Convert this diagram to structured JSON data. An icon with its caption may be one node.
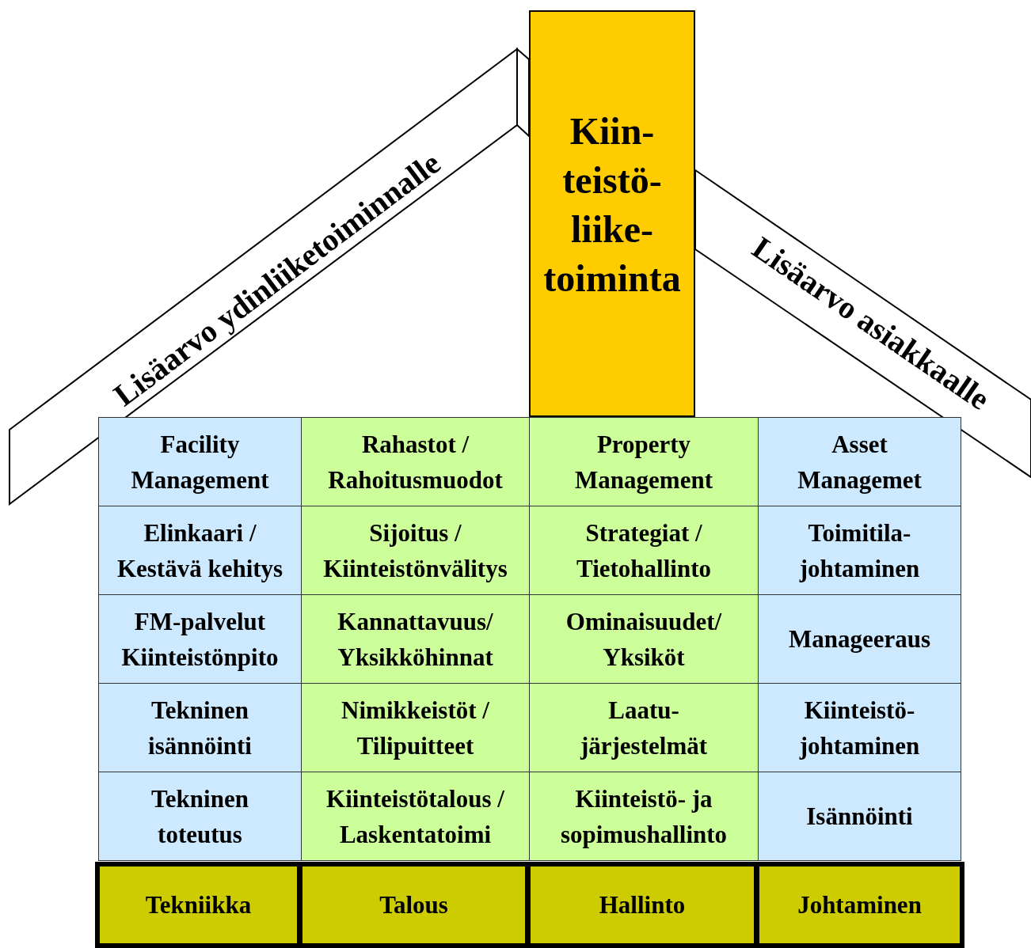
{
  "diagram": {
    "nodes": [
      {
        "text": [
          "Kiin- teistö- liike- toiminta"
        ]
      },
      {
        "text": [
          "Lisäarvo ydinliiketoiminnalle"
        ]
      },
      {
        "text": [
          "Lisäarvo asiakkaalle"
        ]
      },
      {
        "text": [
          "Facility Management"
        ]
      },
      {
        "text": [
          "Rahastot / Rahoitusmuodot"
        ]
      },
      {
        "text": [
          "Property Management"
        ]
      },
      {
        "text": [
          "Asset Managemet"
        ]
      },
      {
        "text": [
          "Elinkaari / Kestävä kehitys"
        ]
      },
      {
        "text": [
          "Sijoitus / Kiinteistönvälitys"
        ]
      },
      {
        "text": [
          "Strategiat / Tietohallinto"
        ]
      },
      {
        "text": [
          "Toimitila- johtaminen"
        ]
      },
      {
        "text": [
          "FM-palvelut Kiinteistönpito"
        ]
      },
      {
        "text": [
          "Kannattavuus/ Yksikköhinnat"
        ]
      },
      {
        "text": [
          "Ominaisuudet/ Yksiköt"
        ]
      },
      {
        "text": [
          "Manageeraus"
        ]
      },
      {
        "text": [
          "Tekninen isännöinti"
        ]
      },
      {
        "text": [
          "Nimikkeistöt / Tilipuitteet"
        ]
      },
      {
        "text": [
          "Laatu- järjestelmät"
        ]
      },
      {
        "text": [
          "Kiinteistö- johtaminen"
        ]
      },
      {
        "text": [
          "Tekninen toteutus"
        ]
      },
      {
        "text": [
          "Kiinteistötalous / Laskentatoimi"
        ]
      },
      {
        "text": [
          "Kiinteistö- ja sopimushallinto"
        ]
      },
      {
        "text": [
          "Isännöinti"
        ]
      },
      {
        "text": [
          "Tekniikka"
        ]
      },
      {
        "text": [
          "Talous"
        ]
      },
      {
        "text": [
          "Hallinto"
        ]
      },
      {
        "text": [
          "Johtaminen"
        ]
      }
    ]
  }
}
